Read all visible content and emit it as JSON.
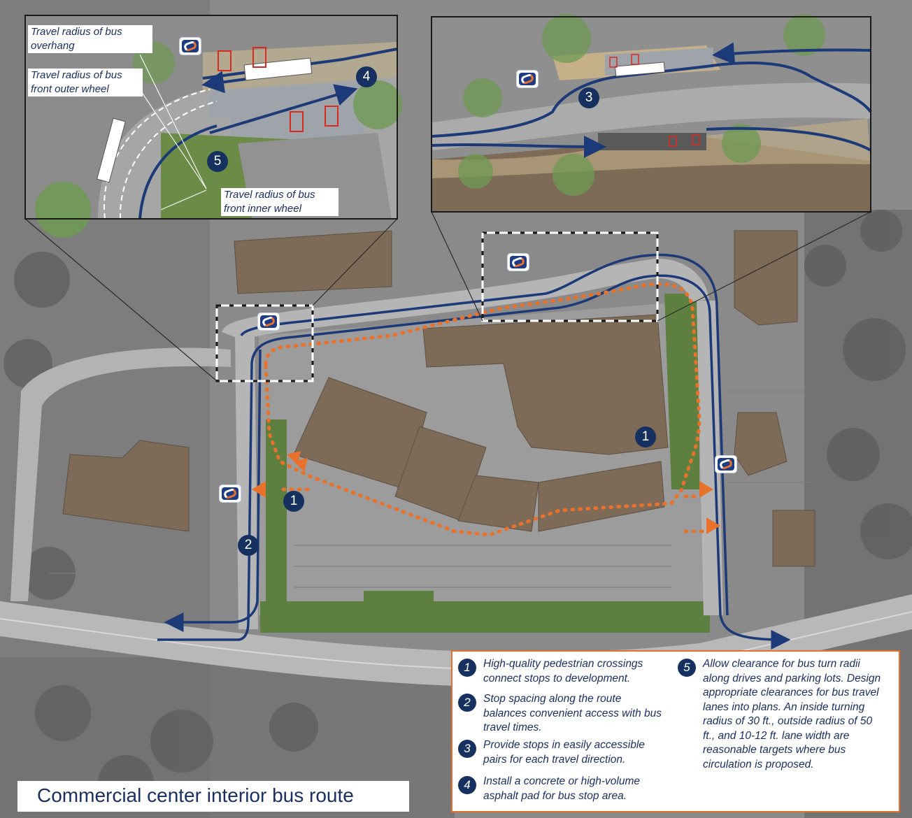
{
  "title": "Commercial center interior bus route",
  "inset_left": {
    "labels": {
      "overhang": "Travel radius of bus overhang",
      "outer": "Travel radius of bus front outer wheel",
      "inner": "Travel radius of bus front inner wheel"
    }
  },
  "map_markers": [
    "1",
    "1",
    "2",
    "3",
    "4",
    "5"
  ],
  "legend": {
    "items": [
      {
        "number": "1",
        "text": "High-quality pedestrian crossings connect stops to development."
      },
      {
        "number": "2",
        "text": "Stop spacing along the route balances convenient access with bus travel times."
      },
      {
        "number": "3",
        "text": "Provide stops in easily accessible pairs for each travel direction."
      },
      {
        "number": "4",
        "text": "Install a concrete or high-volume asphalt pad for bus stop area."
      },
      {
        "number": "5",
        "text": "Allow clearance for bus turn radii along drives and parking lots. Design appropriate clearances for bus travel lanes into plans. An inside turning radius of 30 ft., outside radius of 50 ft., and 10-12 ft. lane width are reasonable targets where bus circulation is proposed."
      }
    ]
  },
  "colors": {
    "route": "#1d3a78",
    "pedestrian_route": "#e8712c",
    "building": "#7d6b58",
    "pavement": "#9a9a9a",
    "landscape": "#5d7f3f",
    "legend_border": "#e9702b"
  },
  "icons": [
    "transit-stop-icon",
    "pedestrian-arrow-icon",
    "bus-route-arrow-icon"
  ]
}
